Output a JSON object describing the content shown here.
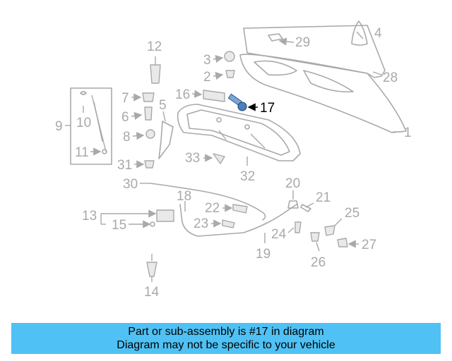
{
  "diagram": {
    "highlighted_part": "17",
    "callouts": [
      "1",
      "2",
      "3",
      "4",
      "5",
      "6",
      "7",
      "8",
      "9",
      "10",
      "11",
      "12",
      "13",
      "14",
      "15",
      "16",
      "17",
      "18",
      "19",
      "20",
      "21",
      "22",
      "23",
      "24",
      "25",
      "26",
      "27",
      "28",
      "29",
      "30",
      "31",
      "32",
      "33"
    ]
  },
  "banner": {
    "line1": "Part or sub-assembly is #17 in diagram",
    "line2": "Diagram may not be specific to your vehicle"
  },
  "colors": {
    "banner_bg": "#4fc1f4",
    "part_gray": "#a9a9a9",
    "highlight_part": "#4a7fc0",
    "highlight_label": "#000000"
  }
}
